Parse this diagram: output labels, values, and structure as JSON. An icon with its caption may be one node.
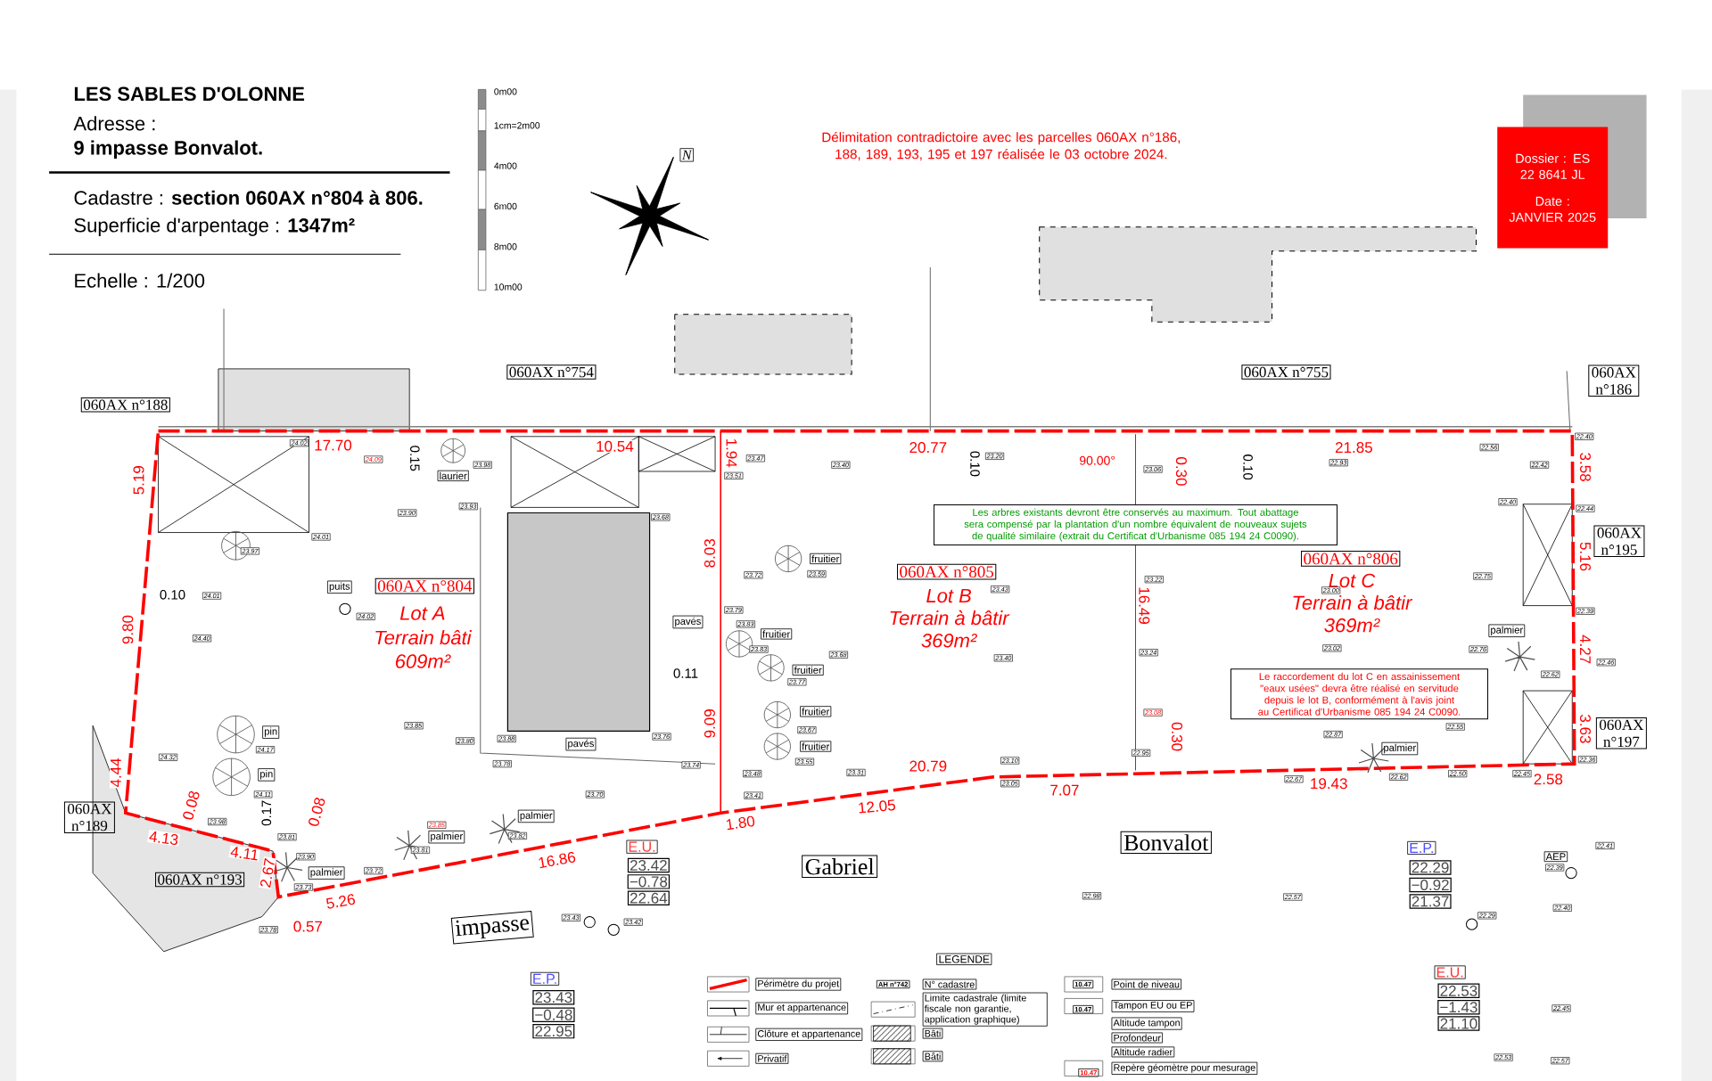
{
  "diagram": {
    "nodes": [
      {
        "text": [
          "Dossier : ES 22 8641 JL",
          "Date : JANVIER 2025"
        ]
      },
      {
        "text": [
          "Les arbres existants devront être conservés au maximum. Tout abattage sera compensé par la plantation d'un nombre équivalent de nouveaux sujets de qualité similaire (extrait du Certificat d'Urbanisme 085 194 24 C0090)."
        ]
      },
      {
        "text": [
          "Le raccordement du lot C en assainissement \"eaux usées\" devra être réalisé en servitude depuis le lot B, conformément à l'avis joint au Certificat d'Urbanisme 085 194 24 C0090."
        ]
      }
    ],
    "labels": [
      "LES SABLES D'OLONNE",
      "Adresse :",
      "9 impasse Bonvalot.",
      "Cadastre : **section 060AX n°804 à 806.**",
      "Superficie d'arpentage : **1347m²**",
      "Echelle : 1/200",
      "0m00",
      "1cm=2m00",
      "4m00",
      "6m00",
      "8m00",
      "10m00",
      "N",
      "Délimitation contradictoire avec les parcelles 060AX n°186, 188, 189, 193, 195 et 197 réalisée le 03 octobre 2024.",
      "060AX n°188",
      "060AX n°754",
      "060AX n°755",
      "060AX n°186",
      "060AX n°195",
      "060AX n°197",
      "060AX n°189",
      "060AX n°193",
      "060AX n°804",
      "060AX n°805",
      "060AX n°806",
      "Lot A",
      "Terrain bâti",
      "609m²",
      "Lot B",
      "Terrain à bâtir",
      "369m²",
      "Lot C",
      "Terrain à bâtir",
      "369m²",
      "17.70",
      "10.54",
      "20.77",
      "21.85",
      "1.94",
      "5.19",
      "9.80",
      "4.44",
      "8.03",
      "9.09",
      "16.49",
      "3.58",
      "5.16",
      "4.27",
      "3.63",
      "0.30",
      "0.30",
      "90.00°",
      "20.79",
      "7.07",
      "12.05",
      "19.43",
      "2.58",
      "1.80",
      "16.86",
      "5.26",
      "0.57",
      "4.13",
      "4.11",
      "2.67",
      "0.08",
      "0.08",
      "0.15",
      "0.10",
      "0.10",
      "0.10",
      "0.11",
      "0.17",
      "laurier",
      "puits",
      "pin",
      "pin",
      "palmier",
      "palmier",
      "palmier",
      "fruitier",
      "fruitier",
      "fruitier",
      "fruitier",
      "fruitier",
      "pavés",
      "pavés",
      "palmier",
      "palmier",
      "AEP",
      "Gabriel",
      "Bonvalot",
      "impasse",
      "E.U.",
      "23.42",
      "−0.78",
      "22.64",
      "E.P.",
      "23.43",
      "−0.48",
      "22.95",
      "E.P.",
      "22.29",
      "−0.92",
      "21.37",
      "E.U.",
      "22.53",
      "−1.43",
      "21.10",
      "LEGENDE",
      "AH n°742",
      "10.47",
      "10.47",
      "10.47",
      "24.02",
      "24.09",
      "23.98",
      "23.90",
      "23.93",
      "24.01",
      "23.97",
      "24.01",
      "24.40",
      "24.02",
      "23.68",
      "23.47",
      "23.51",
      "23.40",
      "23.72",
      "23.59",
      "23.79",
      "23.83",
      "23.83",
      "23.68",
      "23.77",
      "23.67",
      "23.55",
      "23.48",
      "23.41",
      "23.85",
      "23.80",
      "23.88",
      "23.76",
      "23.78",
      "23.74",
      "23.70",
      "24.32",
      "24.17",
      "24.11",
      "23.98",
      "23.81",
      "23.90",
      "23.73",
      "23.72",
      "23.85",
      "23.81",
      "23.82",
      "23.78",
      "23.43",
      "23.42",
      "23.20",
      "23.06",
      "22.93",
      "22.56",
      "22.40",
      "22.42",
      "22.40",
      "22.44",
      "22.75",
      "22.39",
      "23.43",
      "23.22",
      "23.00",
      "23.40",
      "23.24",
      "23.02",
      "22.76",
      "22.62",
      "22.46",
      "23.08",
      "22.95",
      "22.87",
      "22.55",
      "23.10",
      "23.05",
      "22.67",
      "22.62",
      "22.50",
      "22.45",
      "22.36",
      "23.31",
      "22.98",
      "22.57",
      "22.41",
      "22.39",
      "22.40",
      "22.29",
      "22.45",
      "22.53",
      "22.57"
    ],
    "legend": [
      {
        "text": "Périmètre du projet"
      },
      {
        "text": "Mur et appartenance"
      },
      {
        "text": "Clôture et appartenance"
      },
      {
        "text": "Privatif"
      },
      {
        "text": "N° cadastre"
      },
      {
        "text": "Limite cadastrale (limite fiscale non garantie, application graphique)"
      },
      {
        "text": "Bâti"
      },
      {
        "text": "Bâti"
      },
      {
        "text": "Point de niveau"
      },
      {
        "text": "Tampon EU ou EP"
      },
      {
        "text": "Altitude tampon"
      },
      {
        "text": "Profondeur"
      },
      {
        "text": "Altitude radier"
      },
      {
        "text": "Repère géomètre pour mesurage"
      }
    ]
  }
}
